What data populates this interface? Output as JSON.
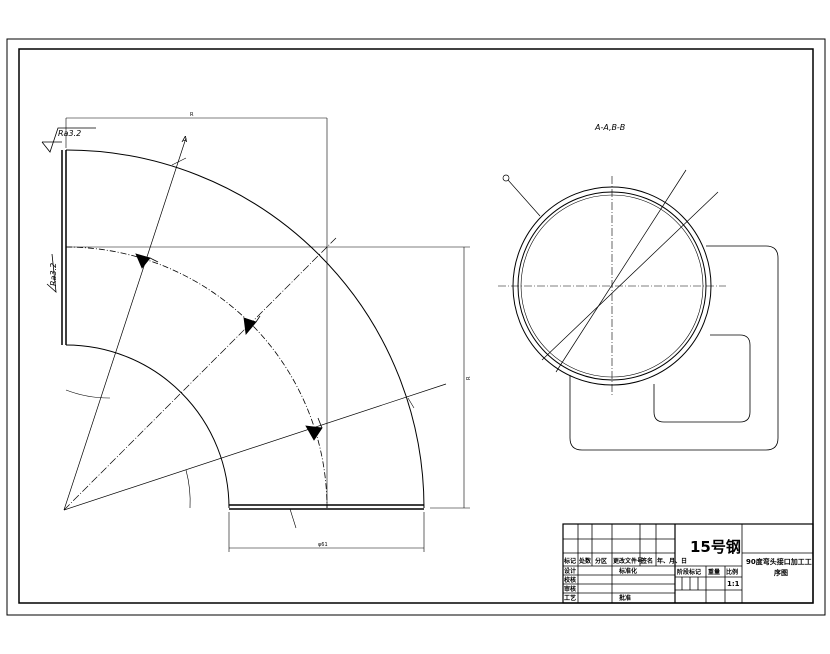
{
  "annotations": {
    "roughness_top": "Ra3.2",
    "roughness_left": "Ra3.2",
    "cut_marker": "A",
    "section_label": "A-A,B-B",
    "dim_top": "R",
    "dim_bottom": "φ61",
    "dim_right": "R"
  },
  "title_block": {
    "material": "15号钢",
    "part_name": "90度弯头接口加工工",
    "part_name_line2": "序图",
    "scale": "1:1",
    "headers": [
      "标记",
      "处数",
      "分区",
      "更改文件号",
      "签名",
      "年、月、日"
    ],
    "stage_row": [
      "阶段标记",
      "重量",
      "比例"
    ],
    "standardization": "标准化",
    "approval": "批准",
    "rows": [
      "设计",
      "校核",
      "审核",
      "工艺"
    ]
  },
  "colors": {
    "line": "#000000",
    "background": "#ffffff"
  }
}
